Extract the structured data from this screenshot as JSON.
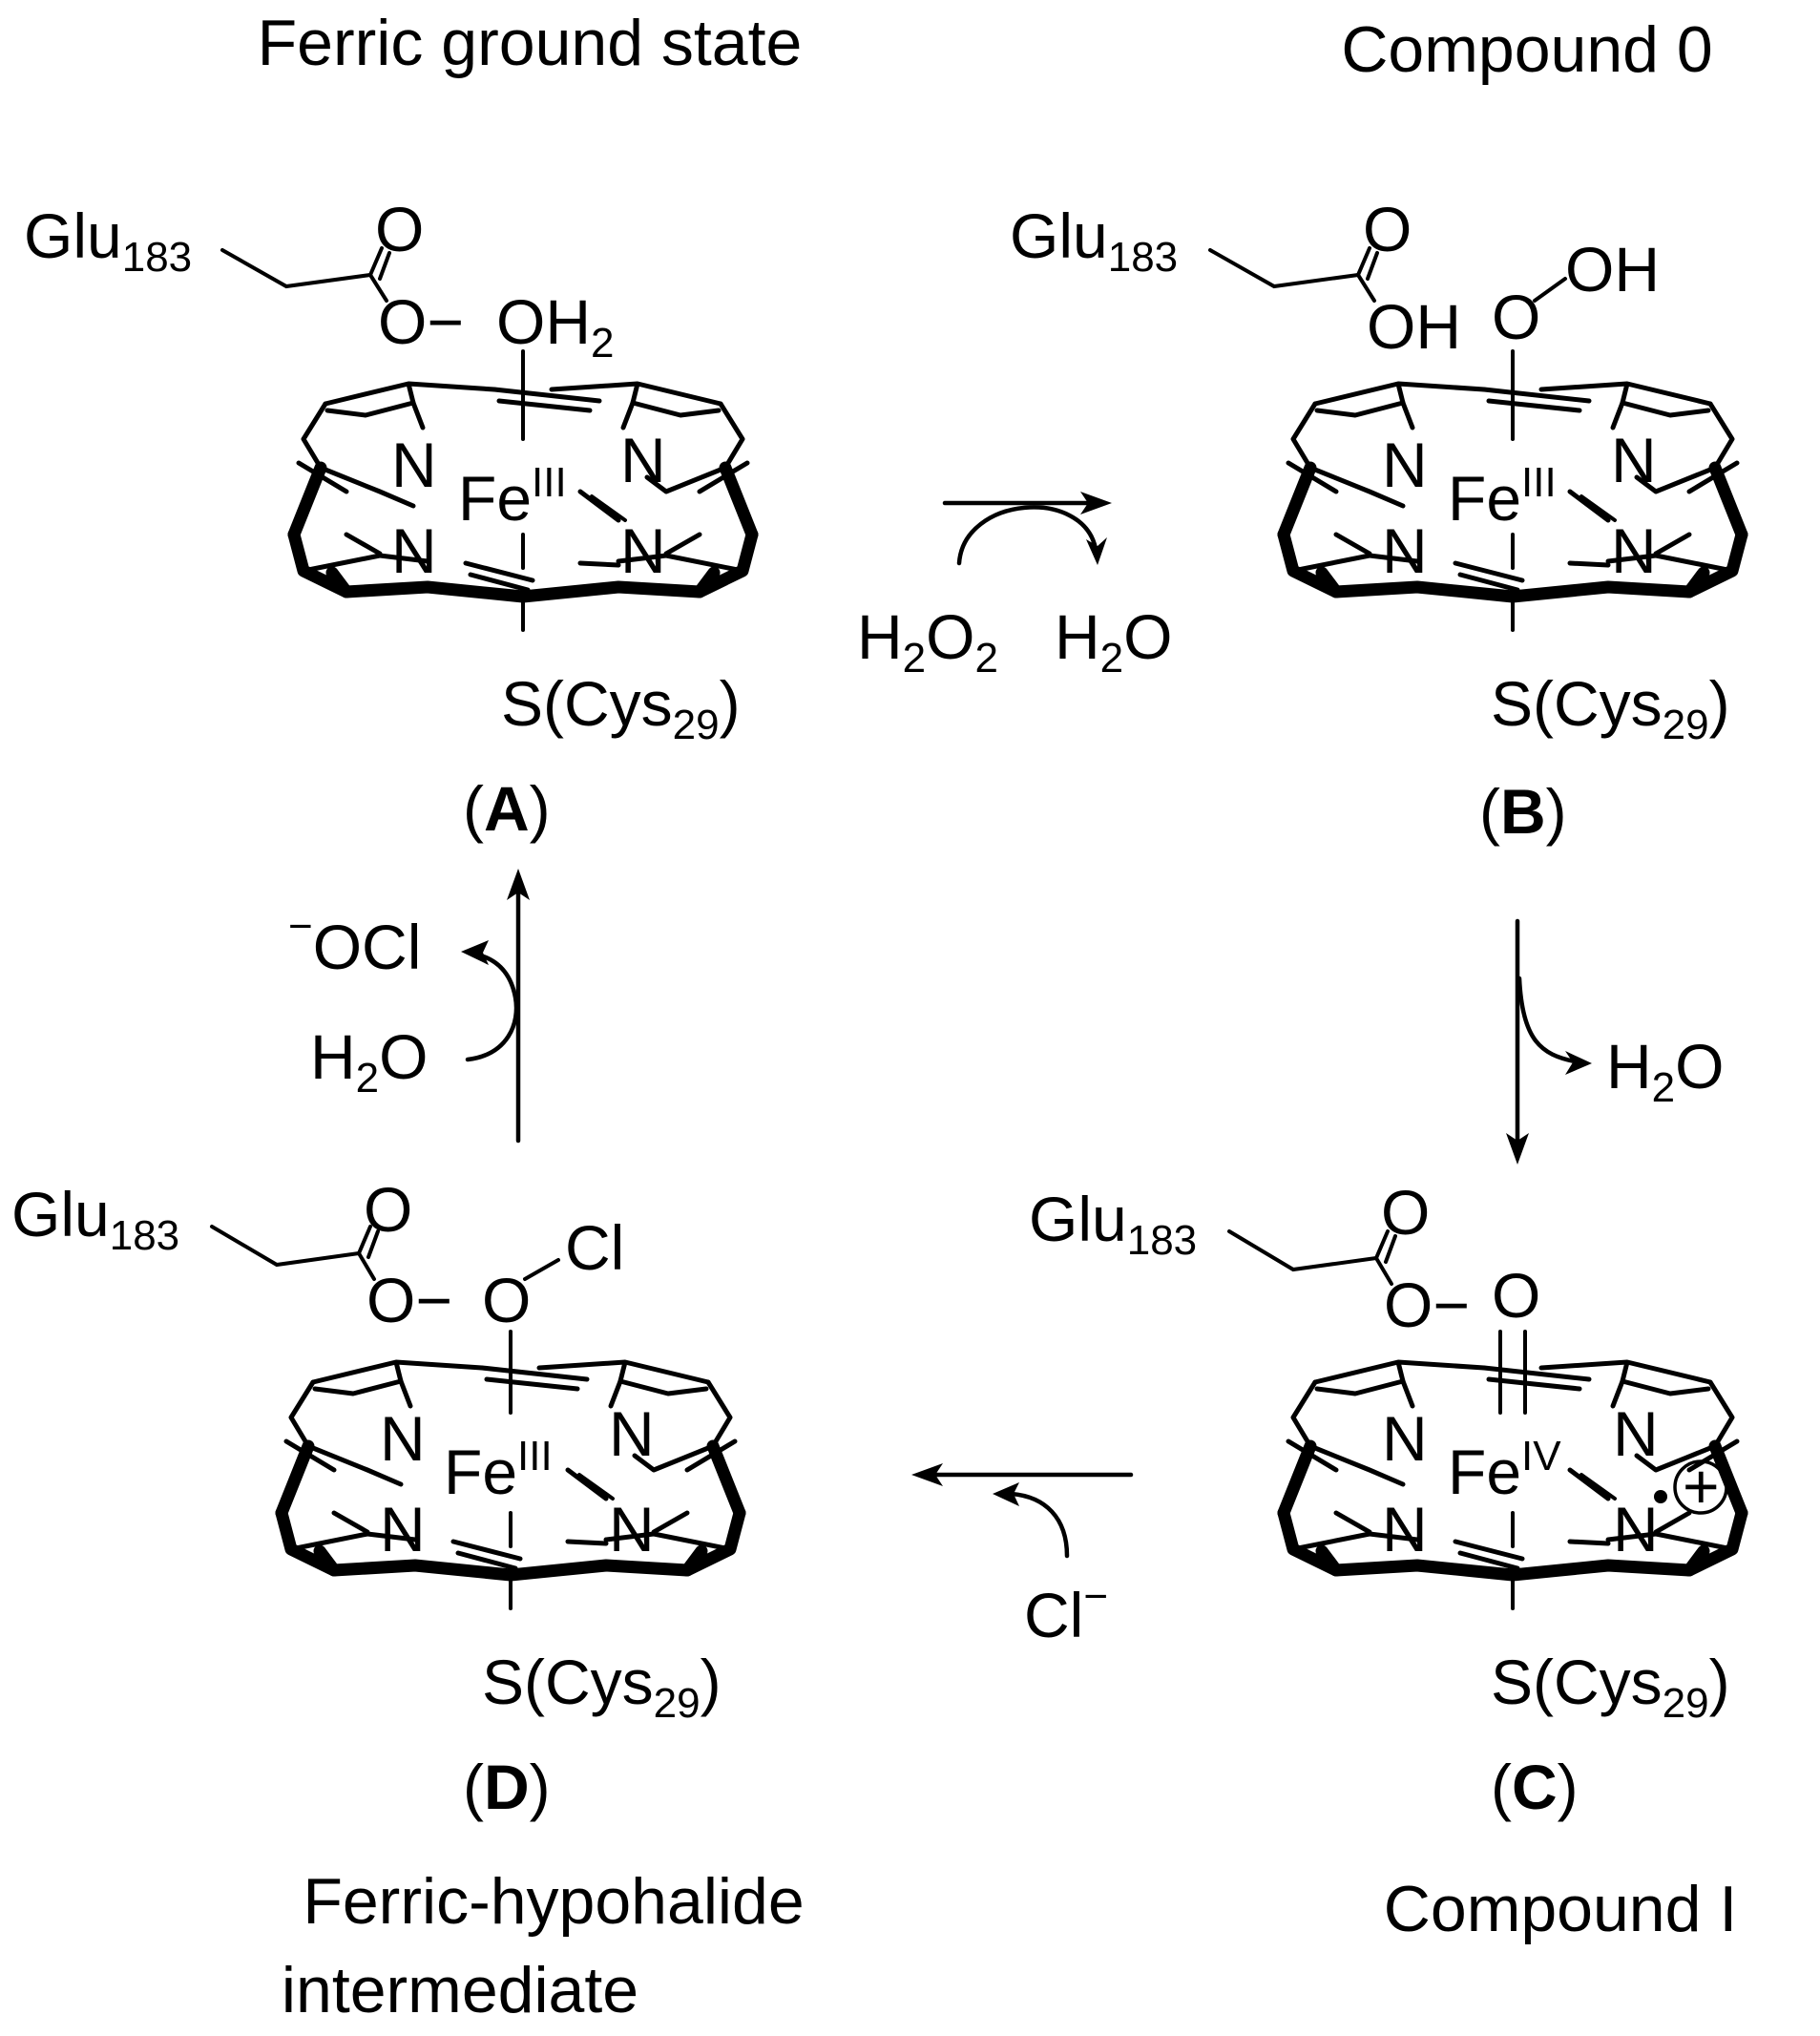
{
  "titles": {
    "a": "Ferric ground state",
    "b": "Compound 0",
    "c": "Compound I",
    "d_line1": "Ferric-hypohalide",
    "d_line2": "intermediate"
  },
  "labels": {
    "a": "A",
    "b": "B",
    "c": "C",
    "d": "D",
    "paren_open": "(",
    "paren_close": ")"
  },
  "atoms": {
    "glu": "Glu",
    "glu_sub": "183",
    "n": "N",
    "fe": "Fe",
    "fe3": "III",
    "fe4": "IV",
    "o": "O",
    "o_minus": "O−",
    "oh": "OH",
    "h": "H",
    "two": "2",
    "cl": "Cl",
    "s_cys": "S(Cys",
    "cys_sub": "29",
    "close_paren": ")",
    "plus": "+"
  },
  "reagents": {
    "h2o2_h": "H",
    "h2o2_sub1": "2",
    "h2o2_o": "O",
    "h2o2_sub2": "2",
    "h2o_h": "H",
    "h2o_sub": "2",
    "h2o_o": "O",
    "chloride": "Cl",
    "chloride_charge": "−",
    "hypochlorite_charge": "−",
    "hypochlorite": "OCl"
  }
}
